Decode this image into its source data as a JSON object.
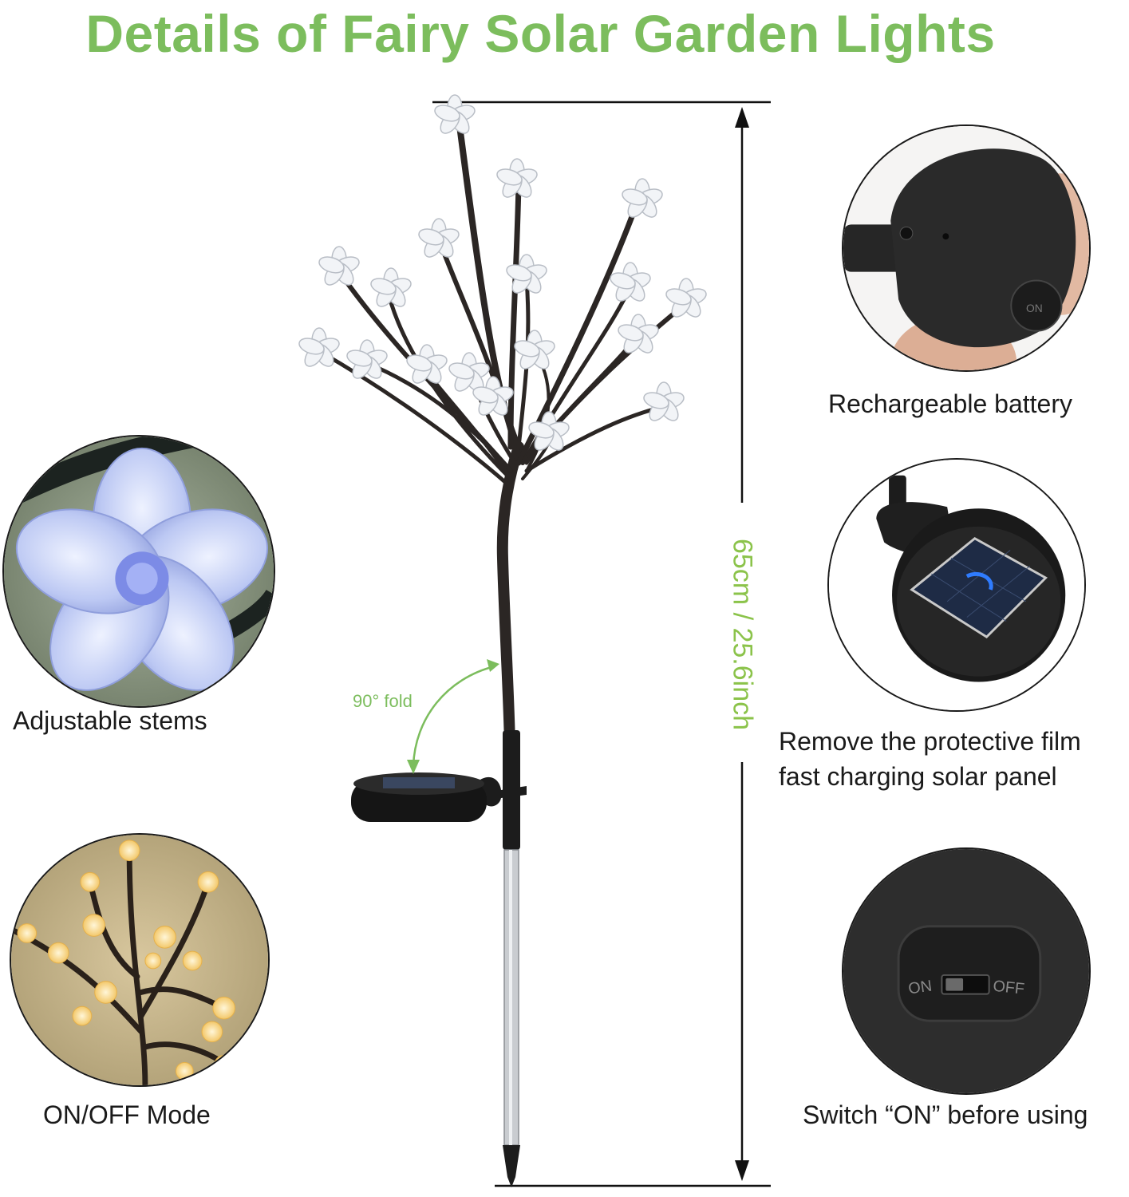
{
  "title": "Details of Fairy Solar Garden Lights",
  "dimension_label": "65cm / 25.6inch",
  "fold_label": "90° fold",
  "captions": {
    "adjustable": "Adjustable stems",
    "mode": "ON/OFF Mode",
    "battery": "Rechargeable battery",
    "film_line1": "Remove the protective film",
    "film_line2": "fast charging solar panel",
    "switch": "Switch “ON” before using"
  },
  "switch_text": {
    "on": "ON",
    "off": "OFF"
  },
  "battery_text": "ON",
  "colors": {
    "title_green": "#7cbd5d",
    "dimension_green": "#8bc34a",
    "stem_dark": "#2b2624"
  }
}
